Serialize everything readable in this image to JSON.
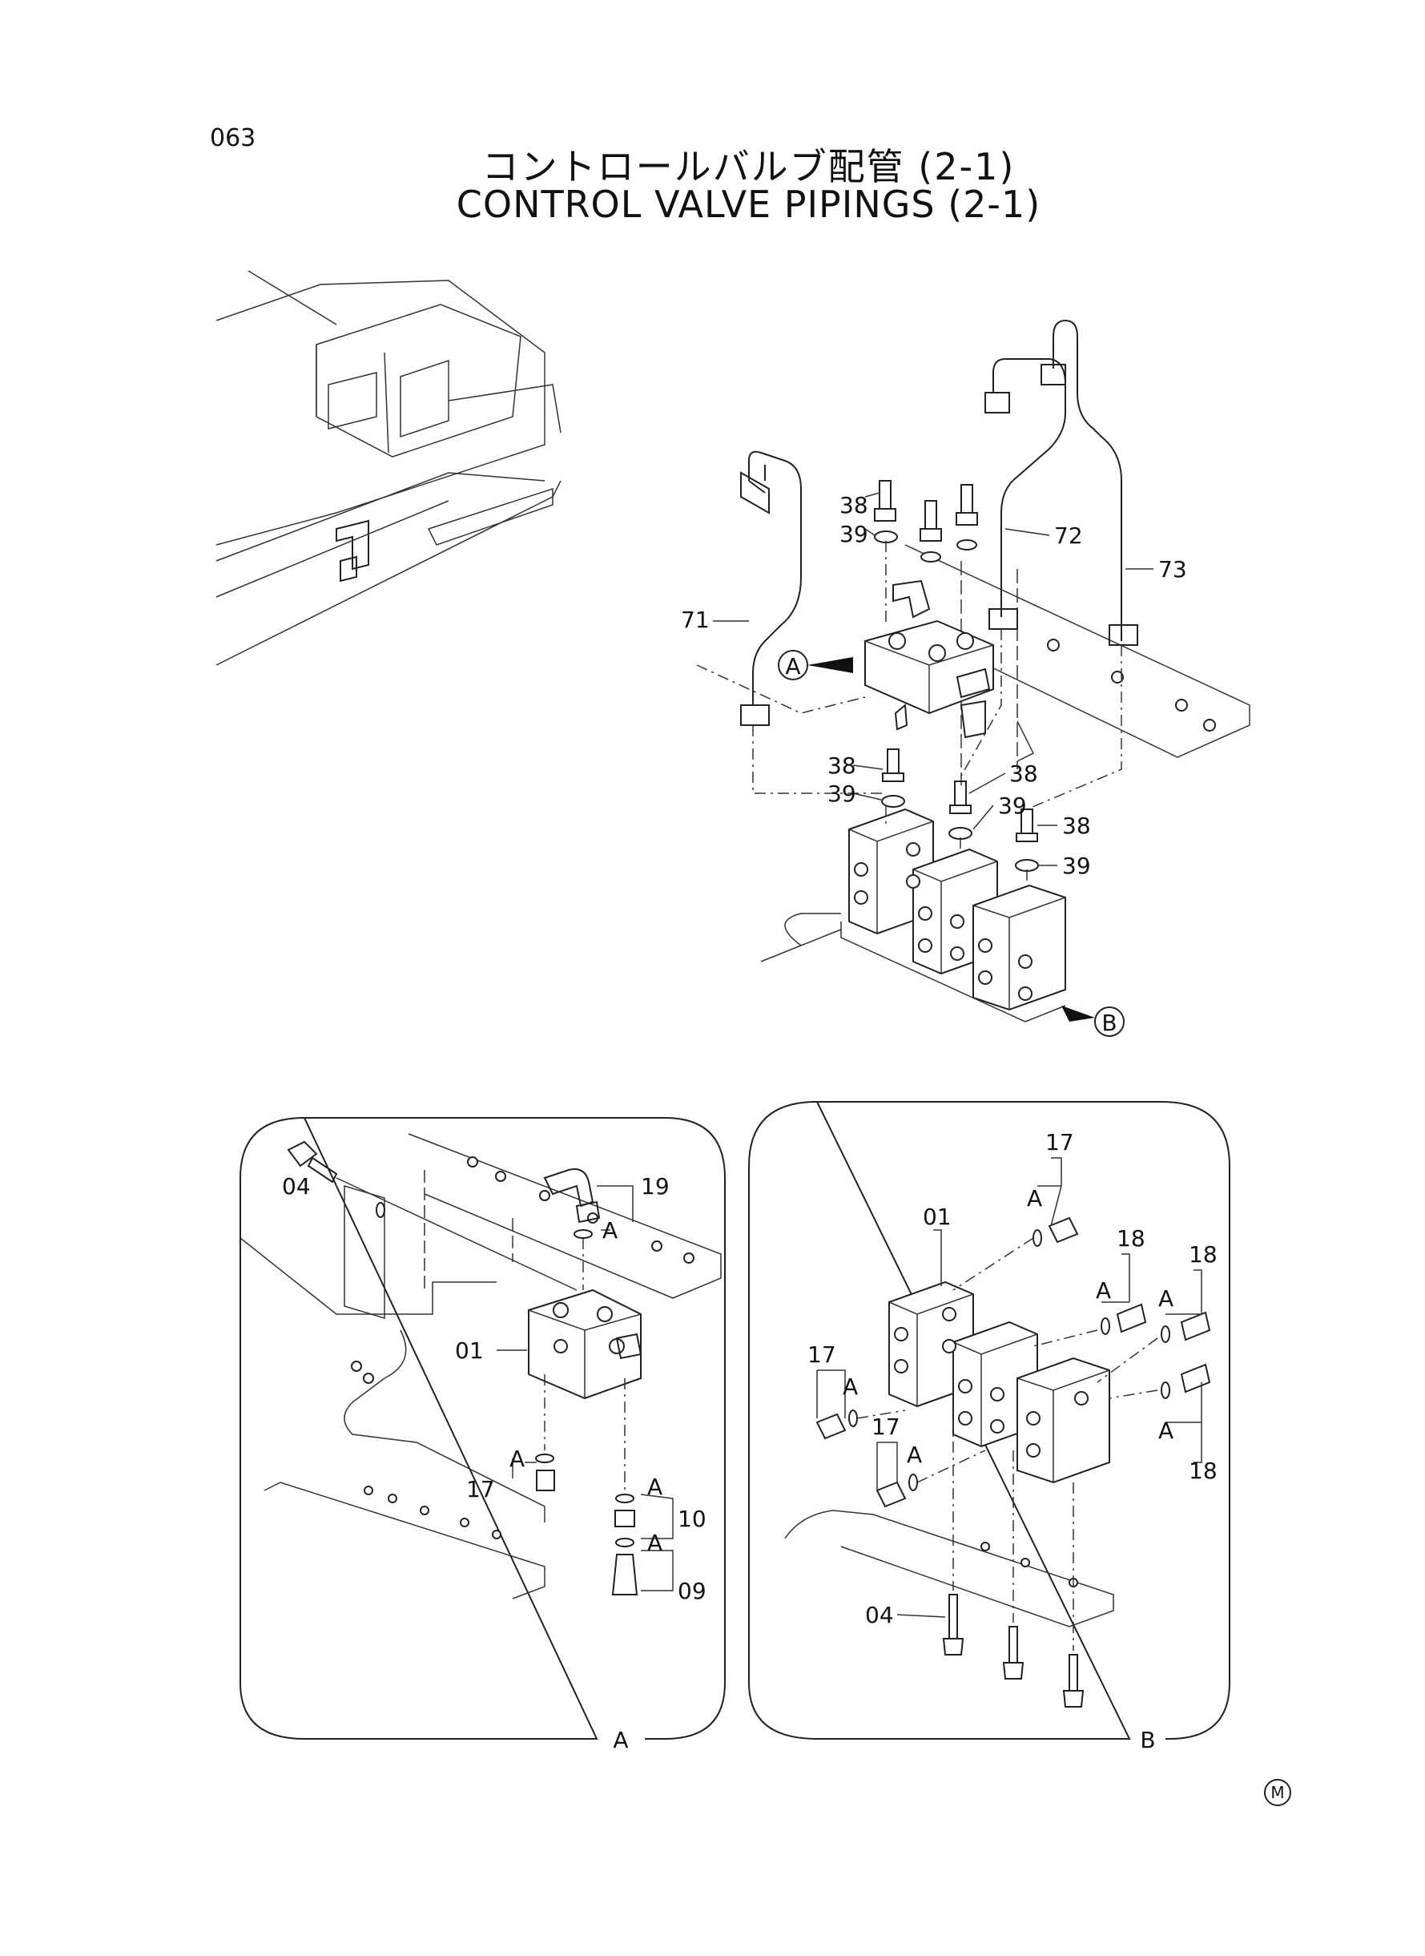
{
  "page_number": "063",
  "title_jp": "コントロールバルブ配管 (2-1)",
  "title_en": "CONTROL VALVE PIPINGS (2-1)",
  "view_markers": {
    "a": "A",
    "b": "B"
  },
  "main_callouts": {
    "c38a": "38",
    "c39a": "39",
    "c72": "72",
    "c73": "73",
    "c71": "71",
    "c38b": "38",
    "c39b": "39",
    "c38c": "38",
    "c39c": "39",
    "c38d": "38",
    "c39d": "39"
  },
  "detail_a": {
    "label": "A",
    "callouts": {
      "c04": "04",
      "c19": "19",
      "cA1": "A",
      "c01": "01",
      "cA2": "A",
      "c17": "17",
      "cA3": "A",
      "c10": "10",
      "cA4": "A",
      "c09": "09"
    }
  },
  "detail_b": {
    "label": "B",
    "callouts": {
      "c17a": "17",
      "c01": "01",
      "cAa": "A",
      "c18a": "18",
      "c18b": "18",
      "cAb": "A",
      "cAc": "A",
      "c17b": "17",
      "cAd": "A",
      "c17c": "17",
      "cAe": "A",
      "cAf": "A",
      "c18c": "18",
      "c04": "04"
    }
  },
  "trademark": "M"
}
